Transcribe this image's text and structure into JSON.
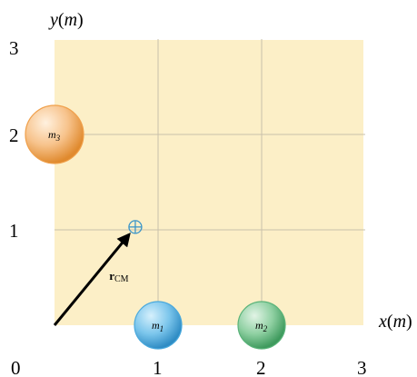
{
  "axes": {
    "x_label": {
      "var": "x",
      "unit": "m"
    },
    "y_label": {
      "var": "y",
      "unit": "m"
    },
    "x_range": [
      0,
      3
    ],
    "y_range": [
      0,
      3
    ],
    "x_ticks": [
      "0",
      "1",
      "2",
      "3"
    ],
    "y_ticks": [
      "1",
      "2",
      "3"
    ],
    "grid": true
  },
  "masses": [
    {
      "label": "m",
      "sub": "1",
      "x": 1,
      "y": 0,
      "color": "#4aa9dd"
    },
    {
      "label": "m",
      "sub": "2",
      "x": 2,
      "y": 0,
      "color": "#5ab379"
    },
    {
      "label": "m",
      "sub": "3",
      "x": 0,
      "y": 2,
      "color": "#f0a04b"
    }
  ],
  "center_of_mass": {
    "x": 0.78,
    "y": 1.03,
    "label_bold": "r",
    "label_sub": "CM"
  },
  "colors": {
    "plot_fill": "#fcefc7",
    "grid": "#c9c1ab",
    "arrow": "#000000",
    "cm_marker": "#3b95c8"
  }
}
